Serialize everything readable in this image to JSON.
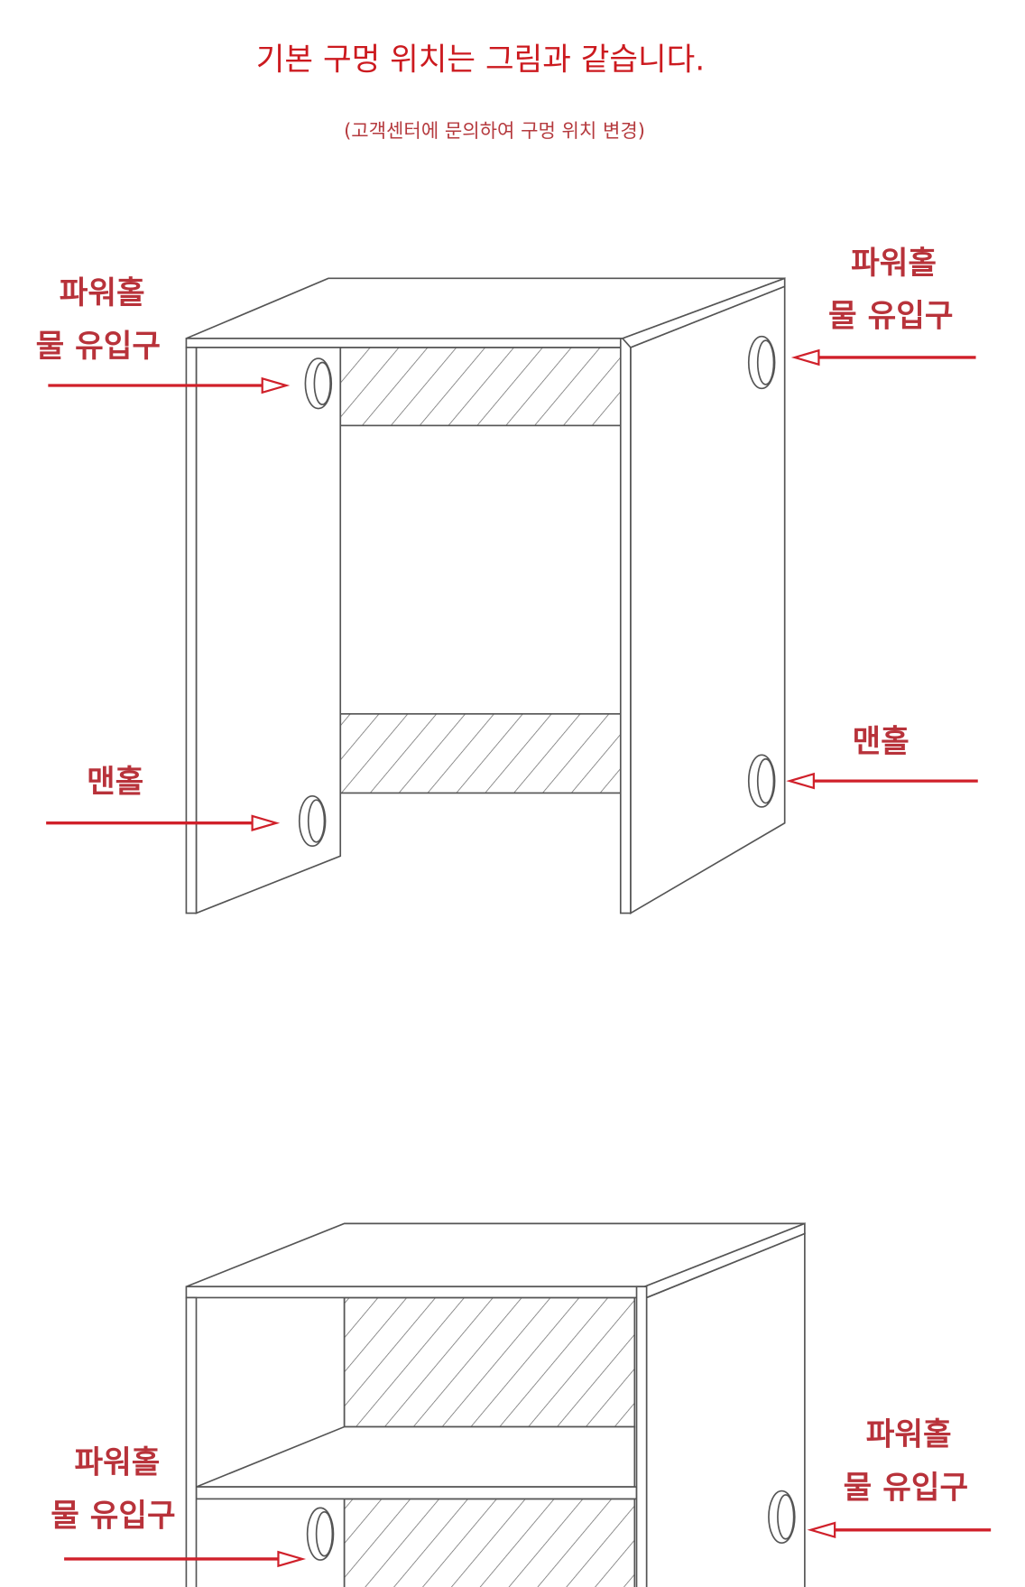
{
  "header": {
    "title": "기본 구멍 위치는 그림과 같습니다.",
    "subtitle": "(고객센터에 문의하여 구멍 위치 변경)"
  },
  "diagram1": {
    "left_top_label": {
      "line1": "파워홀",
      "line2": "물 유입구"
    },
    "left_bottom_label": "맨홀",
    "right_top_label": {
      "line1": "파워홀",
      "line2": "물 유입구"
    },
    "right_bottom_label": "맨홀"
  },
  "diagram2": {
    "left_label": {
      "line1": "파워홀",
      "line2": "물 유입구"
    },
    "right_label": {
      "line1": "파워홀",
      "line2": "물 유입구"
    }
  },
  "colors": {
    "accent": "#cc1a1f",
    "label": "#b8323a",
    "line": "#555555"
  }
}
